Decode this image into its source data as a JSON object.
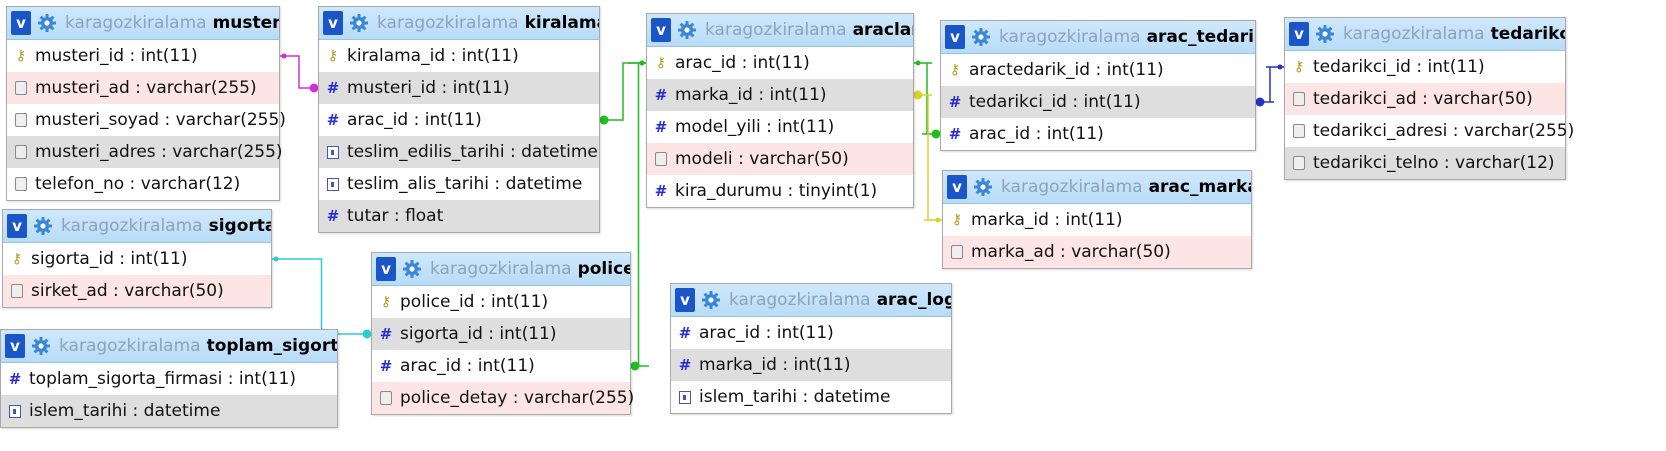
{
  "db": "karagozkiralama",
  "tables": [
    {
      "id": "musteri",
      "name": "musteri",
      "cols": [
        {
          "name": "musteri_id",
          "type": "int(11)",
          "icon": "key-icon"
        },
        {
          "name": "musteri_ad",
          "type": "varchar(255)",
          "icon": "text-column-icon"
        },
        {
          "name": "musteri_soyad",
          "type": "varchar(255)",
          "icon": "text-column-icon"
        },
        {
          "name": "musteri_adres",
          "type": "varchar(255)",
          "icon": "text-column-icon"
        },
        {
          "name": "telefon_no",
          "type": "varchar(12)",
          "icon": "text-column-icon"
        }
      ]
    },
    {
      "id": "kiralama",
      "name": "kiralama",
      "cols": [
        {
          "name": "kiralama_id",
          "type": "int(11)",
          "icon": "key-icon"
        },
        {
          "name": "musteri_id",
          "type": "int(11)",
          "icon": "numeric-column-icon"
        },
        {
          "name": "arac_id",
          "type": "int(11)",
          "icon": "numeric-column-icon"
        },
        {
          "name": "teslim_edilis_tarihi",
          "type": "datetime",
          "icon": "date-column-icon"
        },
        {
          "name": "teslim_alis_tarihi",
          "type": "datetime",
          "icon": "date-column-icon"
        },
        {
          "name": "tutar",
          "type": "float",
          "icon": "numeric-column-icon"
        }
      ]
    },
    {
      "id": "araclar",
      "name": "araclar",
      "cols": [
        {
          "name": "arac_id",
          "type": "int(11)",
          "icon": "key-icon"
        },
        {
          "name": "marka_id",
          "type": "int(11)",
          "icon": "numeric-column-icon"
        },
        {
          "name": "model_yili",
          "type": "int(11)",
          "icon": "numeric-column-icon"
        },
        {
          "name": "modeli",
          "type": "varchar(50)",
          "icon": "text-column-icon"
        },
        {
          "name": "kira_durumu",
          "type": "tinyint(1)",
          "icon": "numeric-column-icon"
        }
      ]
    },
    {
      "id": "arac_tedarik",
      "name": "arac_tedarik",
      "cols": [
        {
          "name": "aractedarik_id",
          "type": "int(11)",
          "icon": "key-icon"
        },
        {
          "name": "tedarikci_id",
          "type": "int(11)",
          "icon": "numeric-column-icon"
        },
        {
          "name": "arac_id",
          "type": "int(11)",
          "icon": "numeric-column-icon"
        }
      ]
    },
    {
      "id": "tedarikci",
      "name": "tedarikci",
      "cols": [
        {
          "name": "tedarikci_id",
          "type": "int(11)",
          "icon": "key-icon"
        },
        {
          "name": "tedarikci_ad",
          "type": "varchar(50)",
          "icon": "text-column-icon"
        },
        {
          "name": "tedarikci_adresi",
          "type": "varchar(255)",
          "icon": "text-column-icon"
        },
        {
          "name": "tedarikci_telno",
          "type": "varchar(12)",
          "icon": "text-column-icon"
        }
      ]
    },
    {
      "id": "arac_marka",
      "name": "arac_marka",
      "cols": [
        {
          "name": "marka_id",
          "type": "int(11)",
          "icon": "key-icon"
        },
        {
          "name": "marka_ad",
          "type": "varchar(50)",
          "icon": "text-column-icon"
        }
      ]
    },
    {
      "id": "sigorta",
      "name": "sigorta",
      "cols": [
        {
          "name": "sigorta_id",
          "type": "int(11)",
          "icon": "key-icon"
        },
        {
          "name": "sirket_ad",
          "type": "varchar(50)",
          "icon": "text-column-icon"
        }
      ]
    },
    {
      "id": "police",
      "name": "police",
      "cols": [
        {
          "name": "police_id",
          "type": "int(11)",
          "icon": "key-icon"
        },
        {
          "name": "sigorta_id",
          "type": "int(11)",
          "icon": "numeric-column-icon"
        },
        {
          "name": "arac_id",
          "type": "int(11)",
          "icon": "numeric-column-icon"
        },
        {
          "name": "police_detay",
          "type": "varchar(255)",
          "icon": "text-column-icon"
        }
      ]
    },
    {
      "id": "arac_log",
      "name": "arac_log",
      "cols": [
        {
          "name": "arac_id",
          "type": "int(11)",
          "icon": "numeric-column-icon"
        },
        {
          "name": "marka_id",
          "type": "int(11)",
          "icon": "numeric-column-icon"
        },
        {
          "name": "islem_tarihi",
          "type": "datetime",
          "icon": "date-column-icon"
        }
      ]
    },
    {
      "id": "toplam_sigorta",
      "name": "toplam_sigorta",
      "cols": [
        {
          "name": "toplam_sigorta_firmasi",
          "type": "int(11)",
          "icon": "numeric-column-icon"
        },
        {
          "name": "islem_tarihi",
          "type": "datetime",
          "icon": "date-column-icon"
        }
      ]
    }
  ],
  "relations": [
    {
      "from": "kiralama.musteri_id",
      "to": "musteri.musteri_id",
      "color": "#d62fd0"
    },
    {
      "from": "kiralama.arac_id",
      "to": "araclar.arac_id",
      "color": "#1fbd1f"
    },
    {
      "from": "police.arac_id",
      "to": "araclar.arac_id",
      "color": "#1fbd1f"
    },
    {
      "from": "police.sigorta_id",
      "to": "sigorta.sigorta_id",
      "color": "#27cfcf"
    },
    {
      "from": "arac_tedarik.arac_id",
      "to": "araclar.arac_id",
      "color": "#1fbd1f"
    },
    {
      "from": "araclar.marka_id",
      "to": "arac_marka.marka_id",
      "color": "#d8d22a"
    },
    {
      "from": "arac_tedarik.tedarikci_id",
      "to": "tedarikci.tedarikci_id",
      "color": "#2633c0"
    }
  ]
}
